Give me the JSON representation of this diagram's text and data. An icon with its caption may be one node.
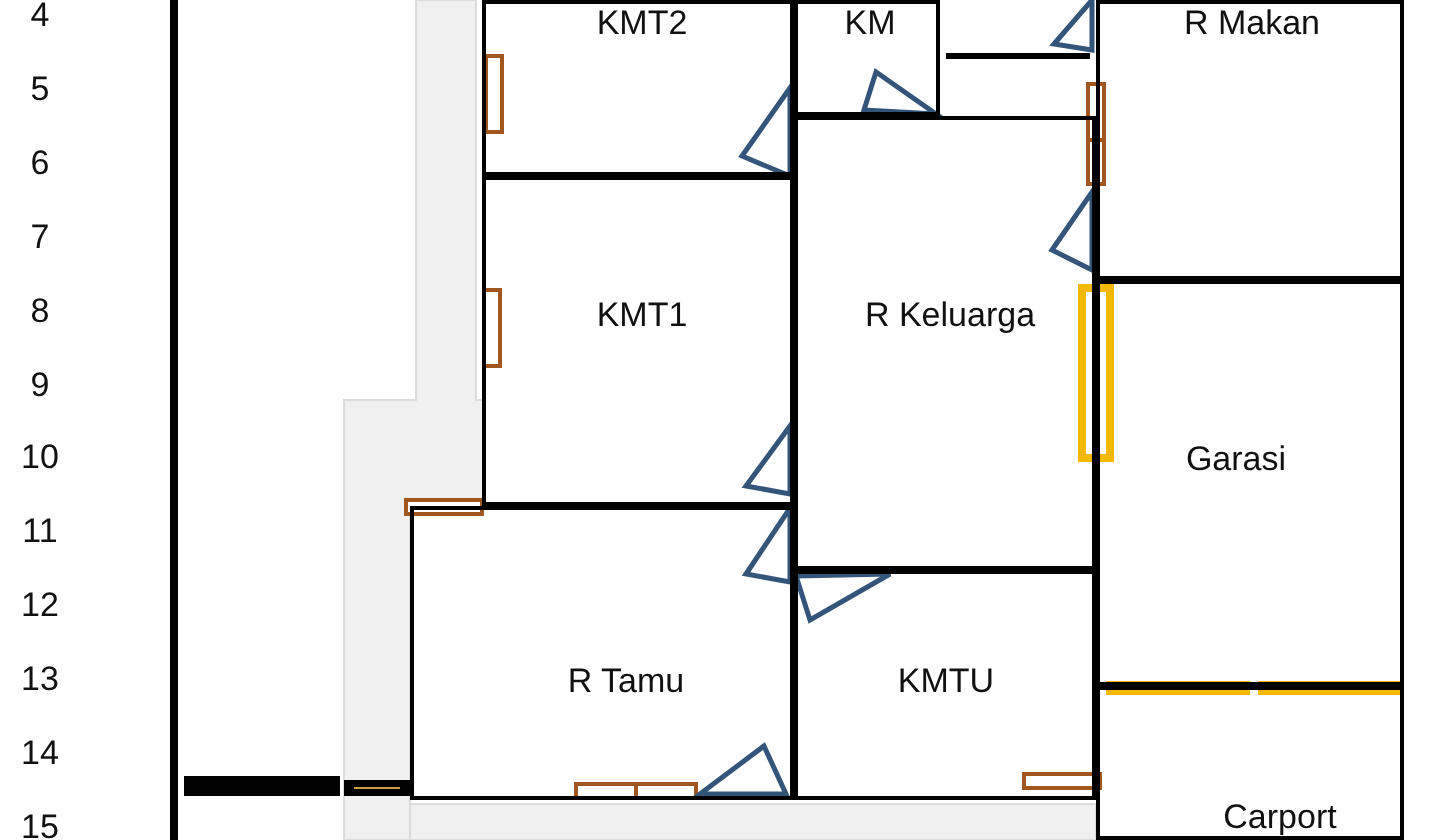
{
  "diagram": {
    "nodes": [
      {
        "text": [
          "KMT2"
        ]
      },
      {
        "text": [
          "KM"
        ]
      },
      {
        "text": [
          "R Makan"
        ]
      },
      {
        "text": [
          "KMT1"
        ]
      },
      {
        "text": [
          "R Keluarga"
        ]
      },
      {
        "text": [
          "Garasi"
        ]
      },
      {
        "text": [
          "R Tamu"
        ]
      },
      {
        "text": [
          "KMTU"
        ]
      },
      {
        "text": [
          "Carport"
        ]
      }
    ],
    "labels": [
      "4",
      "5",
      "6",
      "7",
      "8",
      "9",
      "10",
      "11",
      "12",
      "13",
      "14",
      "15"
    ]
  }
}
